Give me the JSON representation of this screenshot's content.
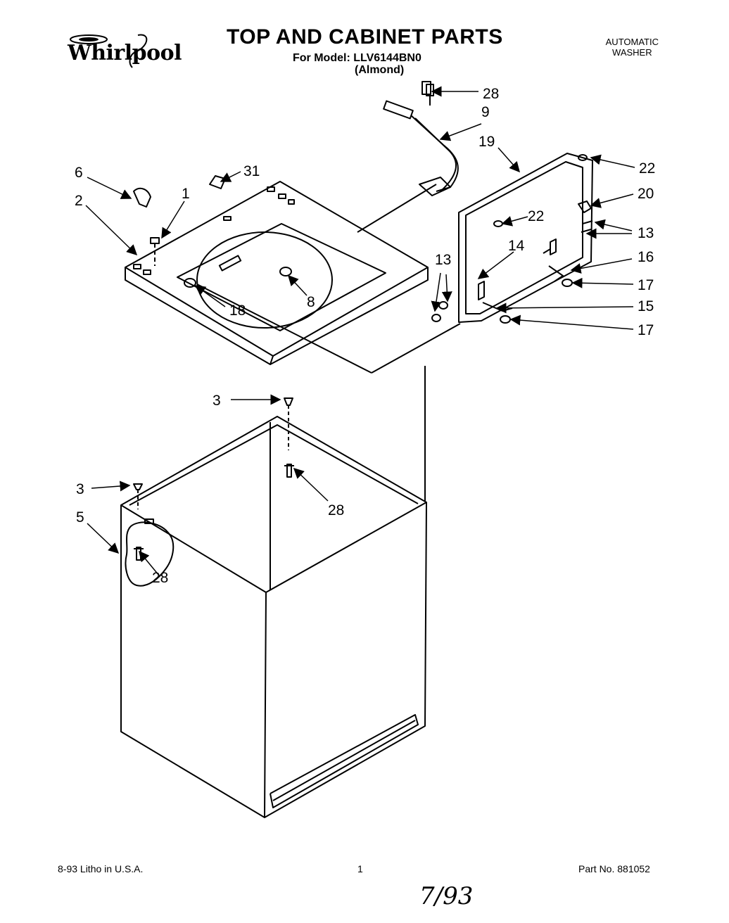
{
  "brand": {
    "name": "Whirlpool",
    "logo_icon": "whirlpool-swirl-logo"
  },
  "header": {
    "title": "TOP AND CABINET PARTS",
    "model_line": "For Model: LLV6144BN0",
    "color_line": "(Almond)",
    "product_type_line1": "AUTOMATIC",
    "product_type_line2": "WASHER"
  },
  "callouts": {
    "c1": "1",
    "c2": "2",
    "c3a": "3",
    "c3b": "3",
    "c5": "5",
    "c6": "6",
    "c8": "8",
    "c9": "9",
    "c13a": "13",
    "c13b": "13",
    "c14": "14",
    "c15": "15",
    "c16": "16",
    "c17a": "17",
    "c17b": "17",
    "c18": "18",
    "c19": "19",
    "c20": "20",
    "c22a": "22",
    "c22b": "22",
    "c28a": "28",
    "c28b": "28",
    "c28c": "28",
    "c31": "31"
  },
  "footer": {
    "print_info": "8-93 Litho in U.S.A.",
    "page_number": "1",
    "part_number": "Part No. 881052",
    "handwritten_date": "7/93"
  }
}
